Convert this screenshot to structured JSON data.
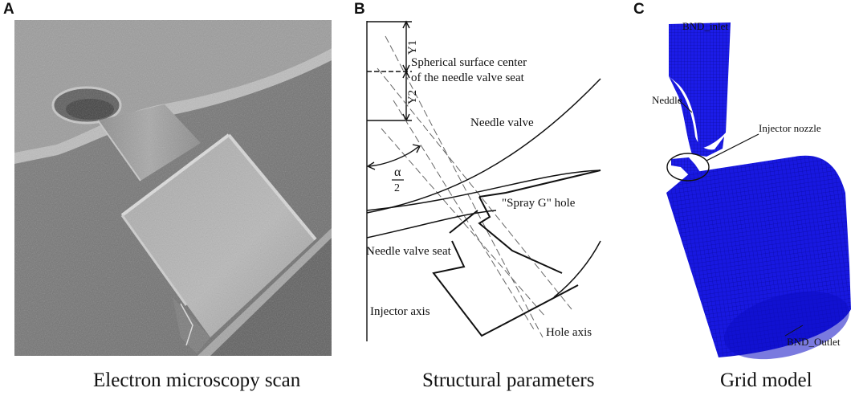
{
  "panels": {
    "a": {
      "letter": "A",
      "caption": "Electron microscopy scan"
    },
    "b": {
      "letter": "B",
      "caption": "Structural parameters",
      "labels": {
        "y1": "Y1",
        "y2": "Y2",
        "spherical_line1": "Spherical surface center",
        "spherical_line2": "of the needle valve seat",
        "needle_valve": "Needle valve",
        "alpha": "α",
        "two": "2",
        "spray_g_hole": "\"Spray G\" hole",
        "needle_valve_seat": "Needle valve seat",
        "injector_axis": "Injector axis",
        "hole_axis": "Hole axis"
      }
    },
    "c": {
      "letter": "C",
      "caption": "Grid model",
      "labels": {
        "bnd_inlet": "BND_inlet",
        "needle": "Neddle",
        "injector_nozzle": "Injector nozzle",
        "bnd_outlet": "BND_Outlet"
      },
      "mesh_color": "#1a1ae6"
    }
  }
}
